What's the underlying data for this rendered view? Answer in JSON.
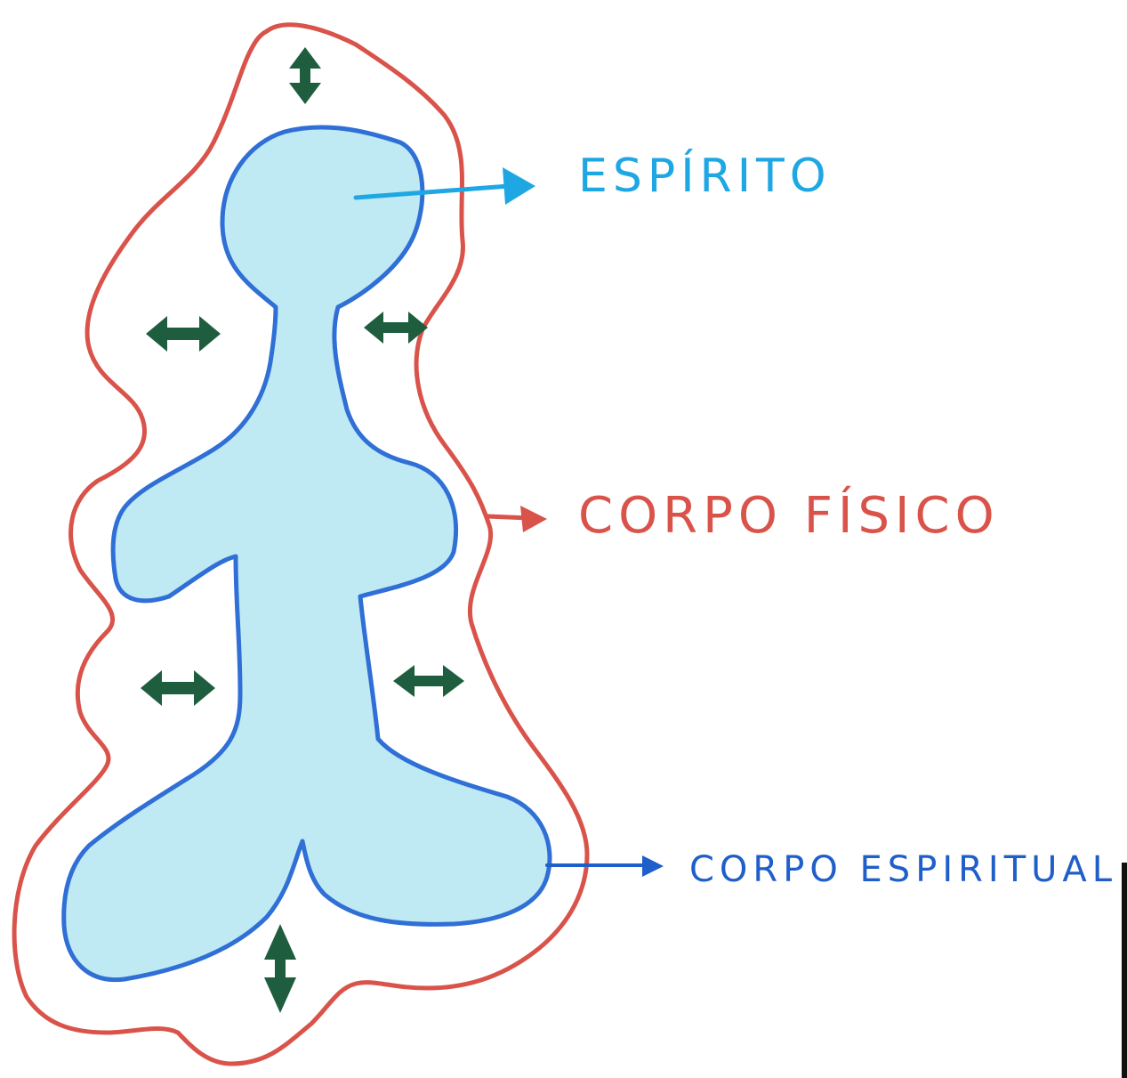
{
  "labels": {
    "espirito": "ESPÍRITO",
    "corpo_fisico": "CORPO FÍSICO",
    "corpo_espiritual": "CORPO ESPIRITUAL"
  },
  "colors": {
    "red_outline": "#d9534a",
    "blue_outline": "#2f6fd6",
    "light_blue_fill": "#bfe9f3",
    "espirito_text": "#1fa7e3",
    "corpo_fisico_text": "#d9534a",
    "corpo_espiritual_text": "#1f5fc9",
    "arrow_green": "#1e5e3f"
  },
  "icons": [
    "double-arrow-vertical-icon",
    "double-arrow-horizontal-icon"
  ]
}
